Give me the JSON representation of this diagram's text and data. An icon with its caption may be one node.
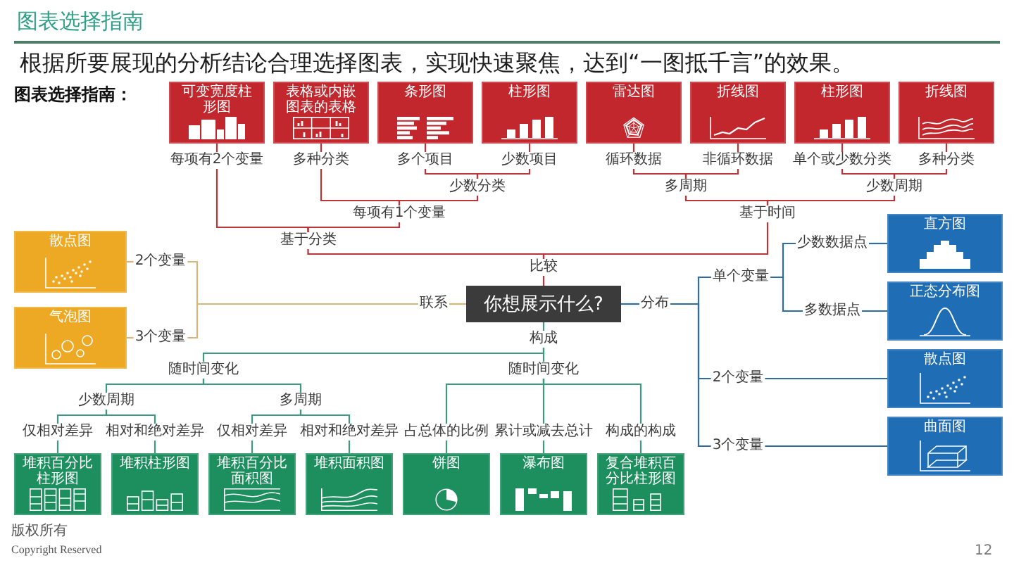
{
  "diagram": {
    "title": "图表选择指南",
    "nodes": [
      {
        "text": [
          "可变宽度柱形图"
        ]
      },
      {
        "text": [
          "表格或内嵌图表的表格"
        ]
      },
      {
        "text": [
          "条形图"
        ]
      },
      {
        "text": [
          "柱形图"
        ]
      },
      {
        "text": [
          "雷达图"
        ]
      },
      {
        "text": [
          "折线图"
        ]
      },
      {
        "text": [
          "柱形图"
        ]
      },
      {
        "text": [
          "折线图"
        ]
      },
      {
        "text": [
          "每项有2个变量"
        ]
      },
      {
        "text": [
          "多种分类"
        ]
      },
      {
        "text": [
          "多个项目"
        ]
      },
      {
        "text": [
          "少数项目"
        ]
      },
      {
        "text": [
          "循环数据"
        ]
      },
      {
        "text": [
          "非循环数据"
        ]
      },
      {
        "text": [
          "单个或少数分类"
        ]
      },
      {
        "text": [
          "多种分类"
        ]
      },
      {
        "text": [
          "少数分类"
        ]
      },
      {
        "text": [
          "多周期"
        ]
      },
      {
        "text": [
          "少数周期"
        ]
      },
      {
        "text": [
          "每项有1个变量"
        ]
      },
      {
        "text": [
          "基于时间"
        ]
      },
      {
        "text": [
          "基于分类"
        ]
      },
      {
        "text": [
          "比较"
        ]
      },
      {
        "text": [
          "散点图"
        ]
      },
      {
        "text": [
          "气泡图"
        ]
      },
      {
        "text": [
          "2个变量"
        ]
      },
      {
        "text": [
          "3个变量"
        ]
      },
      {
        "text": [
          "联系"
        ]
      },
      {
        "text": [
          "你想展示什么?"
        ]
      },
      {
        "text": [
          "分布"
        ]
      },
      {
        "text": [
          "单个变量"
        ]
      },
      {
        "text": [
          "少数数据点"
        ]
      },
      {
        "text": [
          "多数据点"
        ]
      },
      {
        "text": [
          "2个变量"
        ]
      },
      {
        "text": [
          "3个变量"
        ]
      },
      {
        "text": [
          "直方图"
        ]
      },
      {
        "text": [
          "正态分布图"
        ]
      },
      {
        "text": [
          "散点图"
        ]
      },
      {
        "text": [
          "曲面图"
        ]
      },
      {
        "text": [
          "构成"
        ]
      },
      {
        "text": [
          "随时间变化"
        ]
      },
      {
        "text": [
          "随时间变化"
        ]
      },
      {
        "text": [
          "少数周期"
        ]
      },
      {
        "text": [
          "多周期"
        ]
      },
      {
        "text": [
          "仅相对差异"
        ]
      },
      {
        "text": [
          "相对和绝对差异"
        ]
      },
      {
        "text": [
          "仅相对差异"
        ]
      },
      {
        "text": [
          "相对和绝对差异"
        ]
      },
      {
        "text": [
          "占总体的比例"
        ]
      },
      {
        "text": [
          "累计或减去总计"
        ]
      },
      {
        "text": [
          "构成的构成"
        ]
      },
      {
        "text": [
          "堆积百分比柱形图"
        ]
      },
      {
        "text": [
          "堆积柱形图"
        ]
      },
      {
        "text": [
          "堆积百分比面积图"
        ]
      },
      {
        "text": [
          "堆积面积图"
        ]
      },
      {
        "text": [
          "饼图"
        ]
      },
      {
        "text": [
          "瀑布图"
        ]
      },
      {
        "text": [
          "复合堆积百分比柱形图"
        ]
      }
    ],
    "edges": [
      {
        "from": 28,
        "to": 22,
        "arrow": "none"
      },
      {
        "from": 22,
        "to": 21,
        "arrow": "none"
      },
      {
        "from": 22,
        "to": 20,
        "arrow": "none"
      },
      {
        "from": 21,
        "to": 8,
        "arrow": "none"
      },
      {
        "from": 21,
        "to": 19,
        "arrow": "none"
      },
      {
        "from": 19,
        "to": 9,
        "arrow": "none"
      },
      {
        "from": 19,
        "to": 16,
        "arrow": "none"
      },
      {
        "from": 16,
        "to": 10,
        "arrow": "none"
      },
      {
        "from": 16,
        "to": 11,
        "arrow": "none"
      },
      {
        "from": 20,
        "to": 17,
        "arrow": "none"
      },
      {
        "from": 20,
        "to": 18,
        "arrow": "none"
      },
      {
        "from": 17,
        "to": 12,
        "arrow": "none"
      },
      {
        "from": 17,
        "to": 13,
        "arrow": "none"
      },
      {
        "from": 18,
        "to": 14,
        "arrow": "none"
      },
      {
        "from": 18,
        "to": 15,
        "arrow": "none"
      },
      {
        "from": 8,
        "to": 0,
        "arrow": "none"
      },
      {
        "from": 9,
        "to": 1,
        "arrow": "none"
      },
      {
        "from": 10,
        "to": 2,
        "arrow": "none"
      },
      {
        "from": 11,
        "to": 3,
        "arrow": "none"
      },
      {
        "from": 12,
        "to": 4,
        "arrow": "none"
      },
      {
        "from": 13,
        "to": 5,
        "arrow": "none"
      },
      {
        "from": 14,
        "to": 6,
        "arrow": "none"
      },
      {
        "from": 15,
        "to": 7,
        "arrow": "none"
      },
      {
        "from": 28,
        "to": 27,
        "arrow": "none",
        "color": "#d8b57a"
      },
      {
        "from": 27,
        "to": 25,
        "arrow": "none",
        "color": "#d8b57a"
      },
      {
        "from": 27,
        "to": 26,
        "arrow": "none",
        "color": "#d8b57a"
      },
      {
        "from": 25,
        "to": 23,
        "arrow": "none",
        "color": "#d8b57a"
      },
      {
        "from": 26,
        "to": 24,
        "arrow": "none",
        "color": "#d8b57a"
      },
      {
        "from": 28,
        "to": 29,
        "arrow": "none",
        "color": "#2f6e9c"
      },
      {
        "from": 29,
        "to": 30,
        "arrow": "none",
        "color": "#2f6e9c"
      },
      {
        "from": 29,
        "to": 33,
        "arrow": "none",
        "color": "#2f6e9c"
      },
      {
        "from": 29,
        "to": 34,
        "arrow": "none",
        "color": "#2f6e9c"
      },
      {
        "from": 30,
        "to": 31,
        "arrow": "none",
        "color": "#2f6e9c"
      },
      {
        "from": 30,
        "to": 32,
        "arrow": "none",
        "color": "#2f6e9c"
      },
      {
        "from": 31,
        "to": 35,
        "arrow": "none",
        "color": "#2f6e9c"
      },
      {
        "from": 32,
        "to": 36,
        "arrow": "none",
        "color": "#2f6e9c"
      },
      {
        "from": 33,
        "to": 37,
        "arrow": "none",
        "color": "#2f6e9c"
      },
      {
        "from": 34,
        "to": 38,
        "arrow": "none",
        "color": "#2f6e9c"
      },
      {
        "from": 28,
        "to": 39,
        "arrow": "none",
        "color": "#3d9a80"
      },
      {
        "from": 39,
        "to": 40,
        "arrow": "none",
        "color": "#3d9a80"
      },
      {
        "from": 39,
        "to": 41,
        "arrow": "none",
        "color": "#3d9a80"
      },
      {
        "from": 40,
        "to": 42,
        "arrow": "none",
        "color": "#3d9a80"
      },
      {
        "from": 40,
        "to": 43,
        "arrow": "none",
        "color": "#3d9a80"
      },
      {
        "from": 42,
        "to": 44,
        "arrow": "none",
        "color": "#3d9a80"
      },
      {
        "from": 42,
        "to": 45,
        "arrow": "none",
        "color": "#3d9a80"
      },
      {
        "from": 43,
        "to": 46,
        "arrow": "none",
        "color": "#3d9a80"
      },
      {
        "from": 43,
        "to": 47,
        "arrow": "none",
        "color": "#3d9a80"
      },
      {
        "from": 41,
        "to": 48,
        "arrow": "none",
        "color": "#3d9a80"
      },
      {
        "from": 41,
        "to": 49,
        "arrow": "none",
        "color": "#3d9a80"
      },
      {
        "from": 41,
        "to": 50,
        "arrow": "none",
        "color": "#3d9a80"
      },
      {
        "from": 44,
        "to": 51,
        "arrow": "none",
        "color": "#3d9a80"
      },
      {
        "from": 45,
        "to": 52,
        "arrow": "none",
        "color": "#3d9a80"
      },
      {
        "from": 46,
        "to": 53,
        "arrow": "none",
        "color": "#3d9a80"
      },
      {
        "from": 47,
        "to": 54,
        "arrow": "none",
        "color": "#3d9a80"
      },
      {
        "from": 48,
        "to": 55,
        "arrow": "none",
        "color": "#3d9a80"
      },
      {
        "from": 49,
        "to": 56,
        "arrow": "none",
        "color": "#3d9a80"
      },
      {
        "from": 50,
        "to": 57,
        "arrow": "none",
        "color": "#3d9a80"
      }
    ],
    "labels": [
      "根据所要展现的分析结论合理选择图表，实现快速聚焦，达到“一图抵千言”的效果。",
      "图表选择指南：",
      "版权所有",
      "Copyright Reserved",
      "12"
    ]
  }
}
